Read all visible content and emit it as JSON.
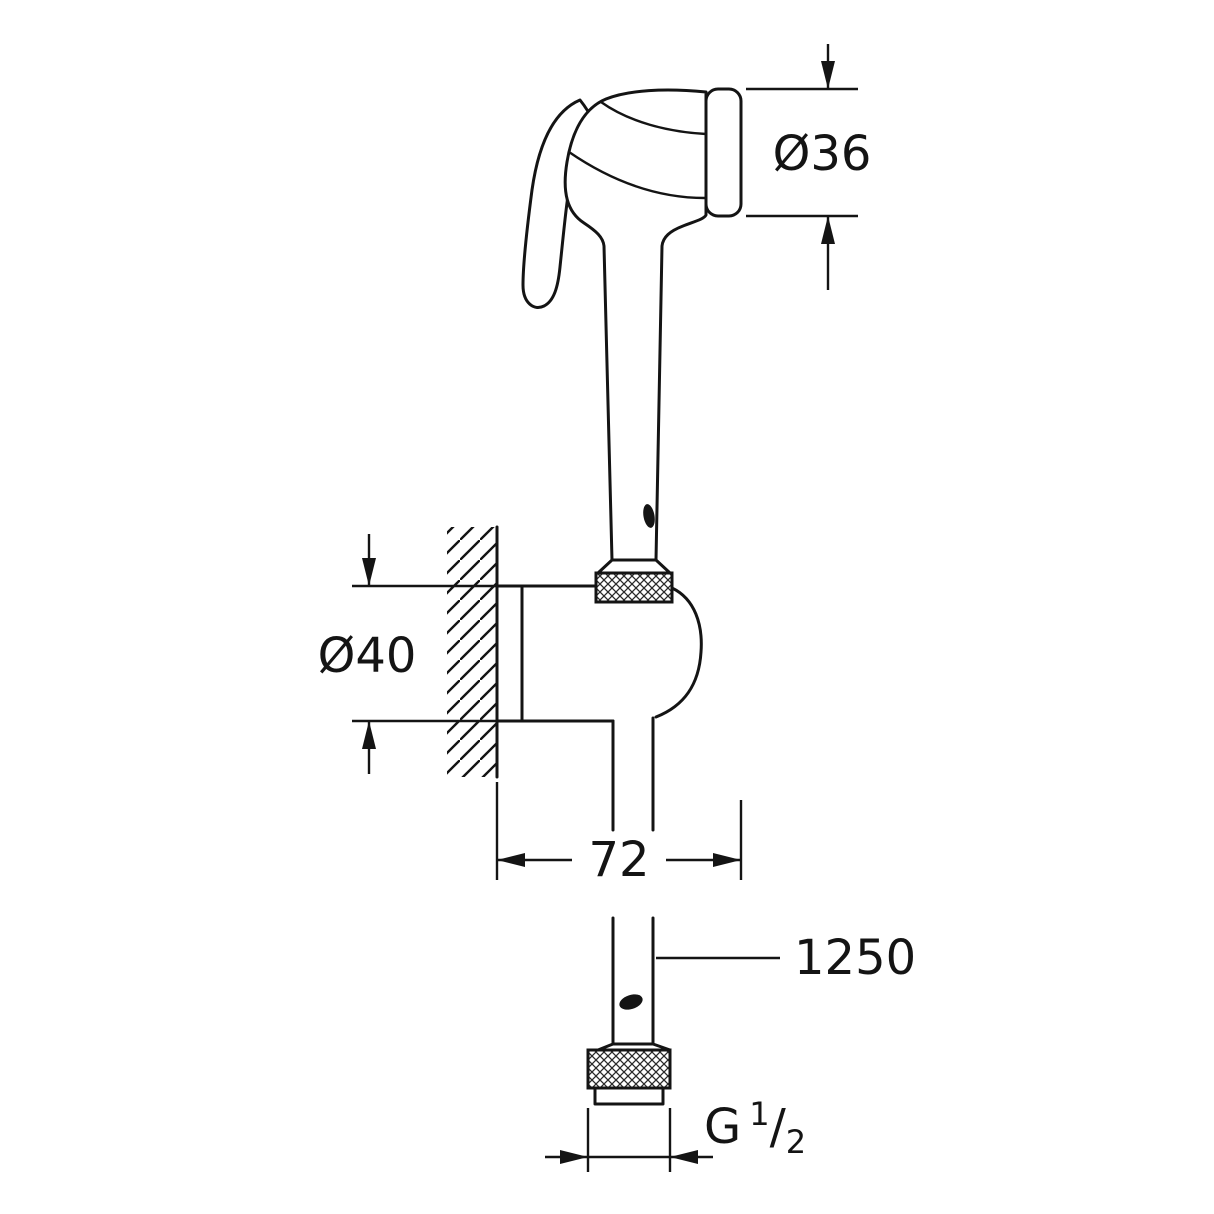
{
  "drawing": {
    "type": "technical-dimension-diagram",
    "subject": "hand shower trigger spray with wall holder and hose",
    "colors": {
      "line": "#141414",
      "background": "#ffffff"
    }
  },
  "dimensions": {
    "face_diameter": "Ø36",
    "holder_diameter": "Ø40",
    "wall_offset": "72",
    "hose_length": "1250",
    "thread": {
      "g": "G",
      "num": "1",
      "slash": "/",
      "den": "2"
    }
  }
}
